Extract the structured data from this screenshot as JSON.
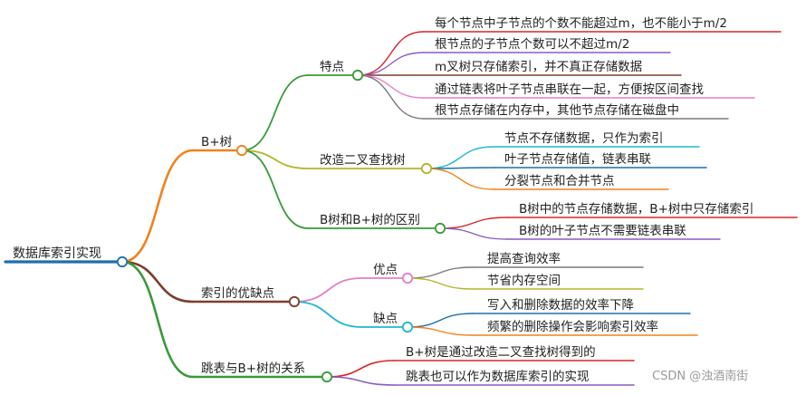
{
  "root": {
    "label": "数据库索引实现",
    "color": "#1e6fae"
  },
  "branches": [
    {
      "label": "B+树",
      "color": "#f0821d",
      "children": [
        {
          "label": "特点",
          "color": "#3a9a3a",
          "children": [
            {
              "label": "每个节点中子节点的个数不能超过m，也不能小于m/2",
              "color": "#d9252a"
            },
            {
              "label": "根节点的子节点个数可以不超过m/2",
              "color": "#8a5cc0"
            },
            {
              "label": "m叉树只存储索引，并不真正存储数据",
              "color": "#7b3f2e"
            },
            {
              "label": "通过链表将叶子节点串联在一起，方便按区间查找",
              "color": "#e37fc4"
            },
            {
              "label": "根节点存储在内存中，其他节点存储在磁盘中",
              "color": "#7a7a7a"
            }
          ]
        },
        {
          "label": "改造二叉查找树",
          "color": "#b5b42a",
          "children": [
            {
              "label": "节点不存储数据，只作为索引",
              "color": "#1fb8cc"
            },
            {
              "label": "叶子节点存储值，链表串联",
              "color": "#1e6fae"
            },
            {
              "label": "分裂节点和合并节点",
              "color": "#f0821d"
            }
          ]
        },
        {
          "label": "B树和B+树的区别",
          "color": "#3a9a3a",
          "children": [
            {
              "label": "B树中的节点存储数据，B+树中只存储索引",
              "color": "#d9252a"
            },
            {
              "label": "B树的叶子节点不需要链表串联",
              "color": "#8a5cc0"
            }
          ]
        }
      ]
    },
    {
      "label": "索引的优缺点",
      "color": "#7b3f2e",
      "children": [
        {
          "label": "优点",
          "color": "#e37fc4",
          "children": [
            {
              "label": "提高查询效率",
              "color": "#7a7a7a"
            },
            {
              "label": "节省内存空间",
              "color": "#b5b42a"
            }
          ]
        },
        {
          "label": "缺点",
          "color": "#1fb8cc",
          "children": [
            {
              "label": "写入和删除数据的效率下降",
              "color": "#1e6fae"
            },
            {
              "label": "频繁的删除操作会影响索引效率",
              "color": "#f0821d"
            }
          ]
        }
      ]
    },
    {
      "label": "跳表与B+树的关系",
      "color": "#3a9a3a",
      "children": [
        {
          "label": "B+树是通过改造二叉查找树得到的",
          "color": "#d9252a"
        },
        {
          "label": "跳表也可以作为数据库索引的实现",
          "color": "#8a5cc0"
        }
      ]
    }
  ],
  "watermark": "CSDN @浊酒南街"
}
